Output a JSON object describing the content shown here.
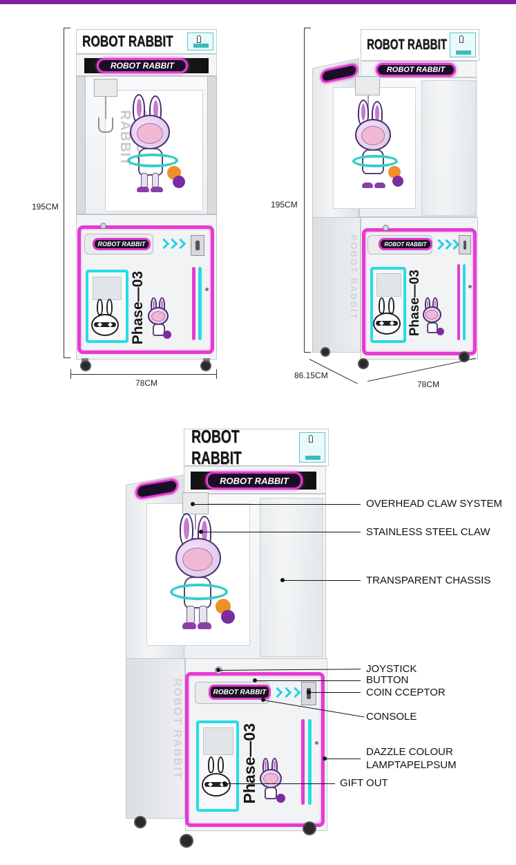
{
  "brand": {
    "marquee_title": "ROBOT RABBIT",
    "sign_text": "ROBOT RABBIT",
    "console_text": "ROBOT RABBIT",
    "phase_text": "Phase—03",
    "side_print": "ROBOT RABBIT",
    "poster_print": "ROBOT RABBIT"
  },
  "colors": {
    "top_bar": "#7d1fa0",
    "neon_pink": "#e63ad4",
    "neon_cyan": "#27dbe6"
  },
  "dimensions": {
    "front_height": "195CM",
    "front_width": "78CM",
    "side_height": "195CM",
    "side_depth": "86.15CM",
    "side_width": "78CM"
  },
  "callouts": [
    {
      "label": "OVERHEAD CLAW SYSTEM"
    },
    {
      "label": "STAINLESS STEEL CLAW"
    },
    {
      "label": "TRANSPARENT CHASSIS"
    },
    {
      "label": "JOYSTICK"
    },
    {
      "label": "BUTTON"
    },
    {
      "label": "COIN CCEPTOR"
    },
    {
      "label": "CONSOLE"
    },
    {
      "label": "DAZZLE COLOUR"
    },
    {
      "label": "LAMPTAPELPSUM"
    },
    {
      "label": "GIFT OUT"
    }
  ]
}
